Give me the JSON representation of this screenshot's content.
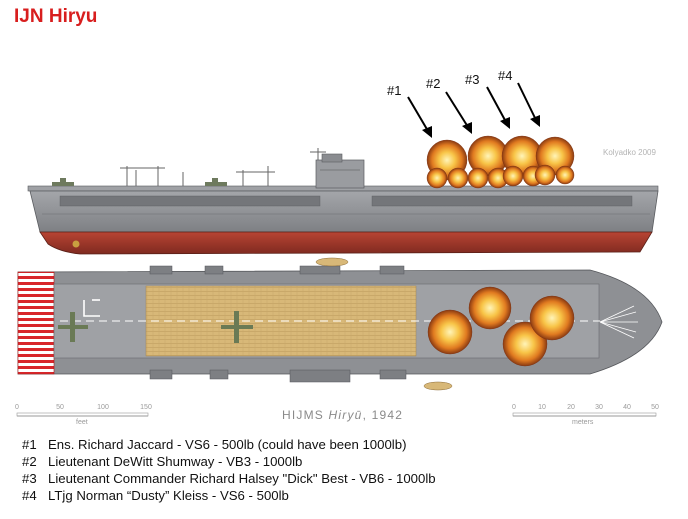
{
  "title": "IJN Hiryu",
  "credit": "Kolyadko 2009",
  "caption": {
    "prefix": "HIJMS ",
    "ship": "Hiryū",
    "suffix": ", 1942"
  },
  "hit_labels": [
    "#1",
    "#2",
    "#3",
    "#4"
  ],
  "scale_feet": {
    "ticks": [
      "0",
      "50",
      "100",
      "150"
    ],
    "unit": "feet"
  },
  "scale_meters": {
    "ticks": [
      "0",
      "10",
      "20",
      "30",
      "40",
      "50"
    ],
    "unit": "meters"
  },
  "legend": [
    {
      "num": "#1",
      "text": "Ens. Richard Jaccard - VS6 - 500lb (could have been 1000lb)"
    },
    {
      "num": "#2",
      "text": "Lieutenant DeWitt Shumway - VB3 - 1000lb"
    },
    {
      "num": "#3",
      "text": "Lieutenant Commander Richard Halsey \"Dick\" Best - VB6 - 1000lb"
    },
    {
      "num": "#4",
      "text": "LTjg Norman “Dusty” Kleiss - VS6 - 500lb"
    }
  ],
  "colors": {
    "title": "#d81e1e",
    "hull_red": "#a8392a",
    "hull_gray": "#8e9094",
    "deck_wood": "#d8b878",
    "explosion": "#f2a530"
  }
}
